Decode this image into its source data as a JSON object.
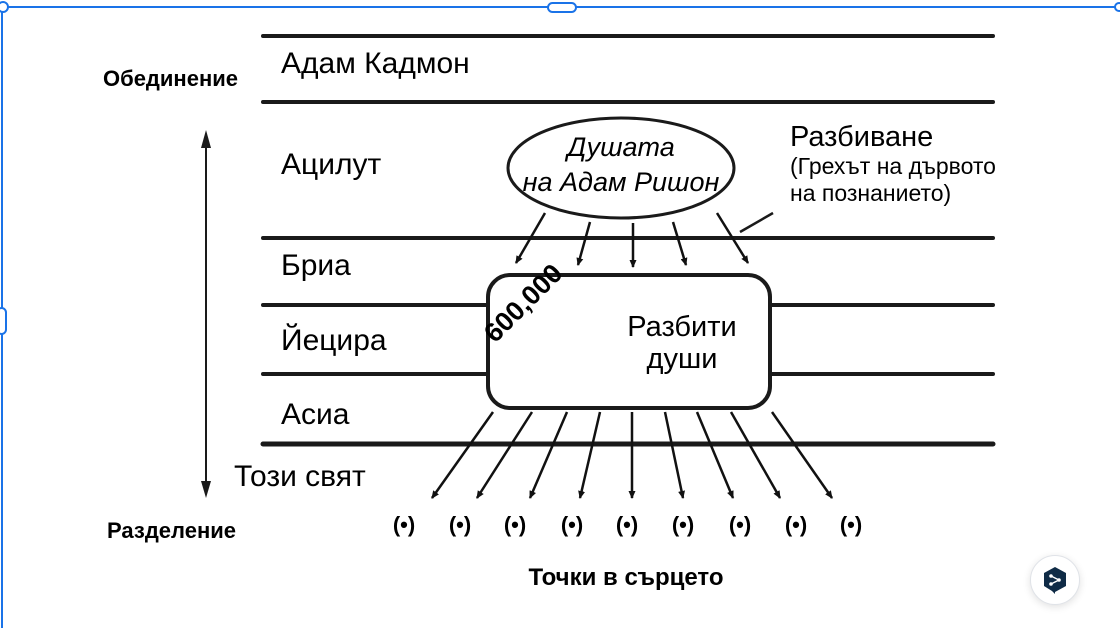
{
  "diagram": {
    "left_axis": {
      "top_label": "Обединение",
      "bottom_label": "Разделение"
    },
    "worlds": [
      {
        "id": "adam-kadmon",
        "label": "Адам Кадмон"
      },
      {
        "id": "atzilut",
        "label": "Ацилут"
      },
      {
        "id": "beria",
        "label": "Бриа"
      },
      {
        "id": "yetzira",
        "label": "Йецира"
      },
      {
        "id": "asia",
        "label": "Асиа"
      },
      {
        "id": "this-world",
        "label": "Този свят"
      }
    ],
    "soul_ellipse": {
      "line1": "Душата",
      "line2": "на Адам Ришон"
    },
    "breaking": {
      "title": "Разбиване",
      "line2": "(Грехът на дървото",
      "line3": "на познанието)"
    },
    "broken_souls_box": {
      "count": "600,000",
      "line1": "Разбити",
      "line2": "души"
    },
    "upper_arrows_count": 5,
    "lower_arrows_count": 9,
    "heart_points": {
      "symbol": "(•)",
      "count": 9,
      "caption": "Точки в сърцето"
    }
  },
  "ui": {
    "selection_color": "#1a73e8",
    "fab_icon": "deepl-share-icon",
    "fab_color": "#0f2b46"
  }
}
